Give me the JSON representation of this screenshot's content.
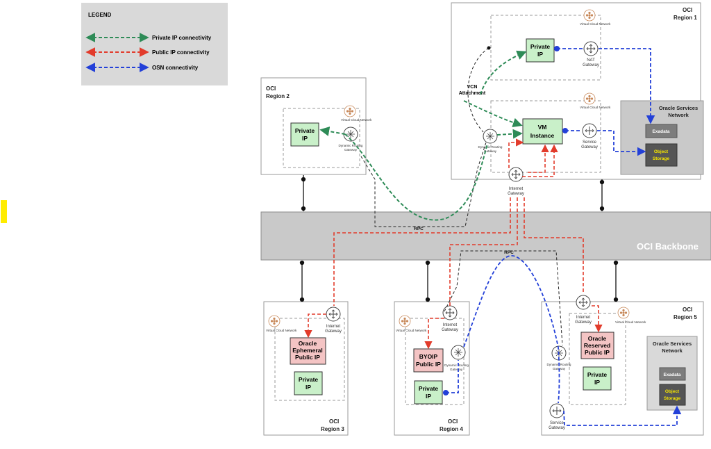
{
  "legend": {
    "title": "LEGEND",
    "private": "Private IP connectivity",
    "public": "Public IP connectivity",
    "osn": "OSN connectivity"
  },
  "colors": {
    "private": "#2e8b57",
    "public": "#e23b2b",
    "osn": "#2340d8",
    "backbone": "#c9c9c9",
    "green_box": "#c9f0c9",
    "pink_box": "#f4c4c4",
    "legend_bg": "#d9d9d9",
    "marker": "#ffec00"
  },
  "region1": {
    "title_line1": "OCI",
    "title_line2": "Region 1",
    "vcn_label": "Virtual Cloud Network",
    "private_ip_line1": "Private",
    "private_ip_line2": "IP",
    "nat_gw_line1": "NAT",
    "nat_gw_line2": "Gateway",
    "vcn_attach_line1": "VCN",
    "vcn_attach_line2": "Attachment",
    "vm_line1": "VM",
    "vm_line2": "Instance",
    "drg_line1": "Dynamic Routing",
    "drg_line2": "Gateway",
    "svc_gw_line1": "Service",
    "svc_gw_line2": "Gateway",
    "inet_gw_line1": "Internet",
    "inet_gw_line2": "Gateway",
    "osn_line1": "Oracle Services",
    "osn_line2": "Network",
    "exadata": "Exadata",
    "object_line1": "Object",
    "object_line2": "Storage"
  },
  "region2": {
    "title_line1": "OCI",
    "title_line2": "Region 2",
    "vcn_label": "Virtual Cloud Network",
    "private_ip_line1": "Private",
    "private_ip_line2": "IP",
    "drg_line1": "Dynamic Routing",
    "drg_line2": "Gateway"
  },
  "backbone": {
    "label": "OCI Backbone",
    "rpc_top": "RPC",
    "rpc_bottom": "RPC"
  },
  "region3": {
    "title_line1": "OCI",
    "title_line2": "Region 3",
    "vcn_label": "Virtual Cloud Network",
    "inet_gw_line1": "Internet",
    "inet_gw_line2": "Gateway",
    "eph_line1": "Oracle",
    "eph_line2": "Ephemeral",
    "eph_line3": "Public IP",
    "private_ip_line1": "Private",
    "private_ip_line2": "IP"
  },
  "region4": {
    "title_line1": "OCI",
    "title_line2": "Region 4",
    "vcn_label": "Virtual Cloud Network",
    "inet_gw_line1": "Internet",
    "inet_gw_line2": "Gateway",
    "byoip_line1": "BYOIP",
    "byoip_line2": "Public IP",
    "drg_line1": "Dynamic Routing",
    "drg_line2": "Gateway",
    "private_ip_line1": "Private",
    "private_ip_line2": "IP"
  },
  "region5": {
    "title_line1": "OCI",
    "title_line2": "Region 5",
    "vcn_label": "Virtual Cloud Network",
    "inet_gw_line1": "Internet",
    "inet_gw_line2": "Gateway",
    "drg_line1": "Dynamic Routing",
    "drg_line2": "Gateway",
    "reserved_line1": "Oracle",
    "reserved_line2": "Reserved",
    "reserved_line3": "Public IP",
    "private_ip_line1": "Private",
    "private_ip_line2": "IP",
    "svc_gw_line1": "Service",
    "svc_gw_line2": "Gateway",
    "osn_line1": "Oracle Services",
    "osn_line2": "Network",
    "exadata": "Exadata",
    "object_line1": "Object",
    "object_line2": "Storage"
  }
}
